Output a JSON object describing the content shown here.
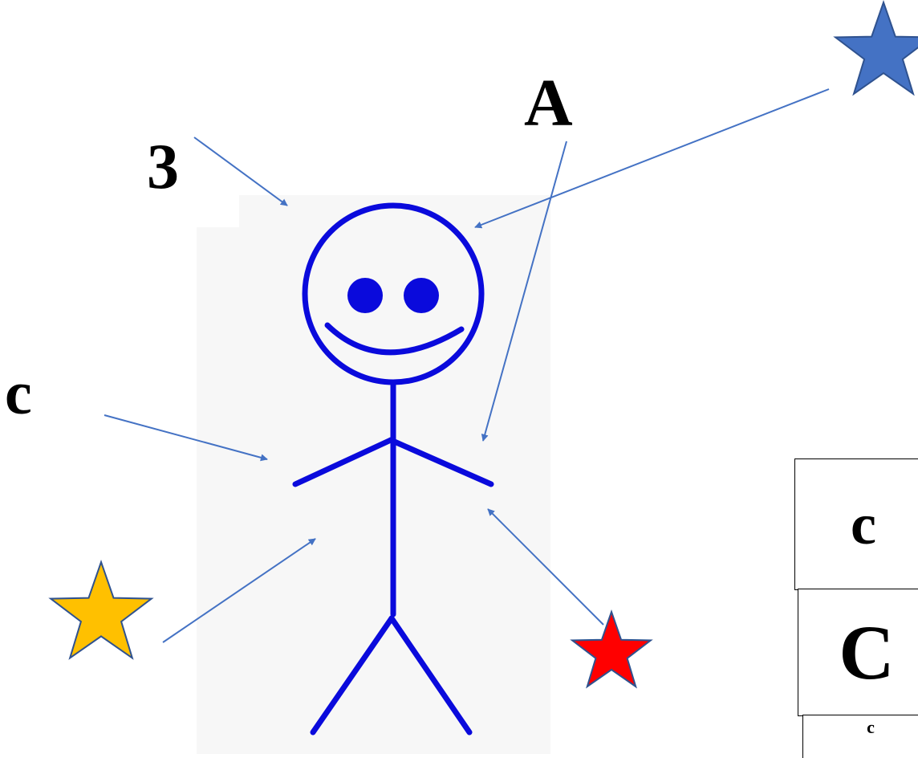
{
  "labels": {
    "three": "3",
    "a": "A",
    "c_left": "c"
  },
  "boxes": {
    "box1": "c",
    "box2": "C",
    "box3": "c"
  },
  "colors": {
    "figure": "#0a0adc",
    "arrow": "#4472c4",
    "star_blue": "#4472c4",
    "star_gold": "#ffc000",
    "star_red": "#ff0000",
    "star_outline": "#2f528f"
  },
  "icons": {
    "figure": "stick-figure",
    "star_top_right": "blue-star-icon",
    "star_bottom_left": "gold-star-icon",
    "star_bottom_right": "red-star-icon"
  }
}
